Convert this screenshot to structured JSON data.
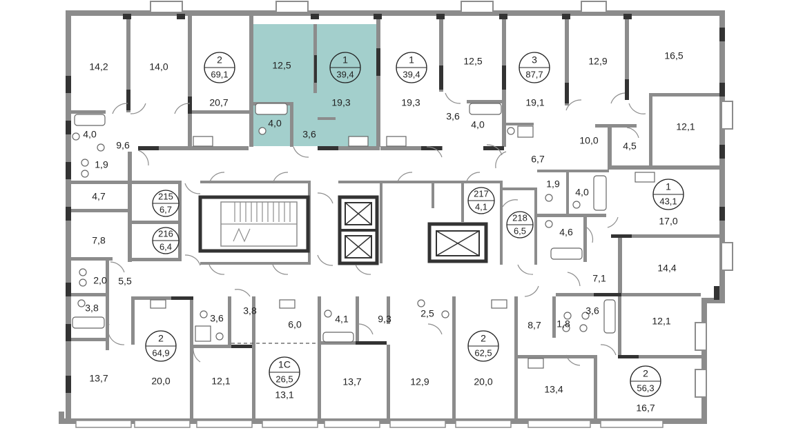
{
  "plan": {
    "highlight_color": "#a3cfcc",
    "wall_color": "#8c8c8c",
    "dark_wall_color": "#333333",
    "apartments": [
      {
        "rooms": "2",
        "area": "69,1"
      },
      {
        "rooms": "1",
        "area": "39,4",
        "highlighted": true
      },
      {
        "rooms": "1",
        "area": "39,4"
      },
      {
        "rooms": "3",
        "area": "87,7"
      },
      {
        "rooms": "1",
        "area": "43,1"
      },
      {
        "rooms": "2",
        "area": "64,9"
      },
      {
        "rooms": "1С",
        "area": "26,5"
      },
      {
        "rooms": "2",
        "area": "62,5"
      },
      {
        "rooms": "2",
        "area": "56,3"
      }
    ],
    "storages": [
      {
        "number": "215",
        "area": "6,7"
      },
      {
        "number": "216",
        "area": "6,4"
      },
      {
        "number": "217",
        "area": "4,1"
      },
      {
        "number": "218",
        "area": "6,5"
      }
    ],
    "room_areas": [
      "14,2",
      "14,0",
      "20,7",
      "12,5",
      "19,3",
      "19,3",
      "12,5",
      "19,1",
      "12,9",
      "16,5",
      "4,0",
      "9,6",
      "1,9",
      "4,0",
      "3,6",
      "3,6",
      "4,0",
      "10,0",
      "4,5",
      "12,1",
      "6,7",
      "1,9",
      "4,0",
      "17,0",
      "4,7",
      "7,8",
      "4,6",
      "14,4",
      "7,1",
      "2,0",
      "5,5",
      "3,8",
      "3,6",
      "3,8",
      "6,0",
      "4,1",
      "9,3",
      "2,5",
      "8,7",
      "1,8",
      "3,6",
      "12,1",
      "13,7",
      "20,0",
      "12,1",
      "13,1",
      "13,7",
      "12,9",
      "20,0",
      "13,4",
      "16,7"
    ]
  }
}
